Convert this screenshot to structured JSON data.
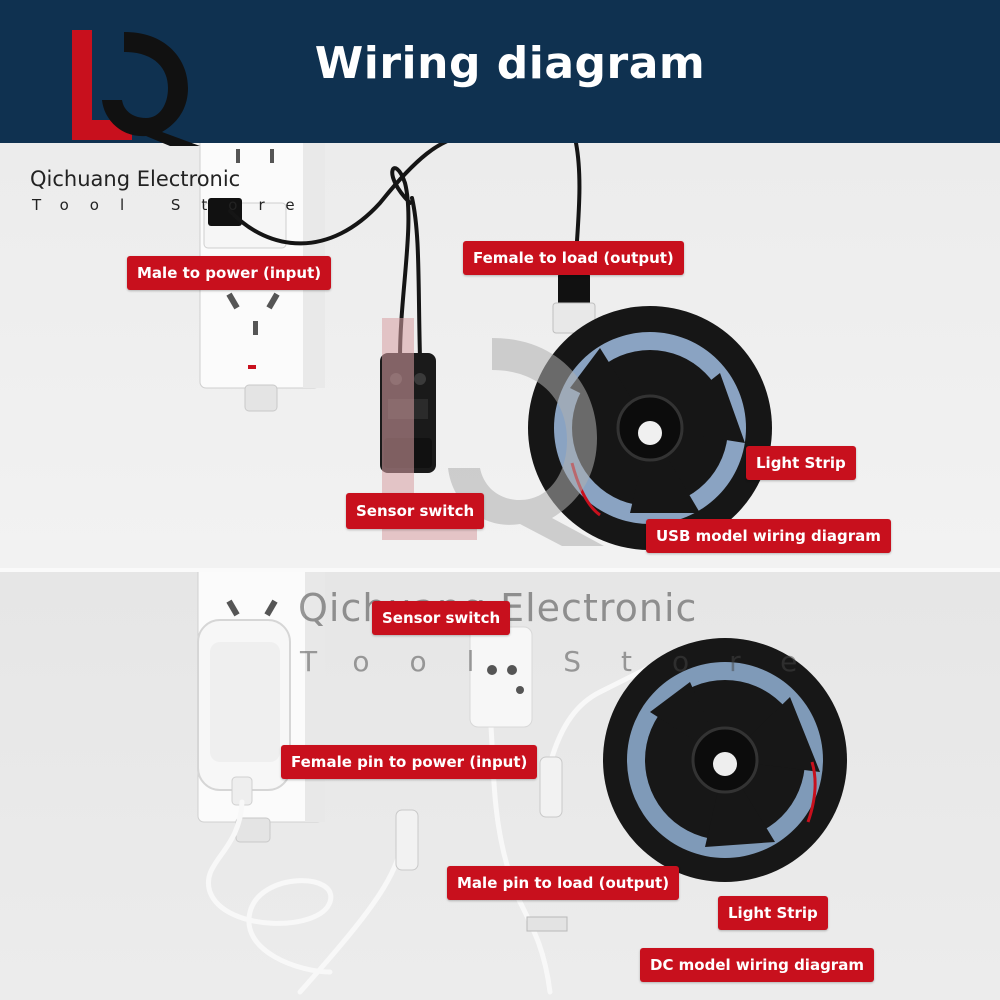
{
  "header": {
    "title": "Wiring diagram"
  },
  "brand": {
    "name": "Qichuang Electronic",
    "subtitle": "Tool Store",
    "colors": {
      "header_bg": "#0f3150",
      "label_bg": "#c8101d",
      "logo_red": "#c8101d",
      "logo_dark": "#111111"
    }
  },
  "usb_panel": {
    "labels": {
      "male_to_power": "Male to power (input)",
      "female_to_load": "Female to load (output)",
      "light_strip": "Light Strip",
      "sensor_switch": "Sensor switch",
      "model": "USB model wiring diagram"
    }
  },
  "dc_panel": {
    "labels": {
      "sensor_switch": "Sensor switch",
      "female_pin_to_power": "Female pin to power (input)",
      "male_pin_to_load": "Male pin to load (output)",
      "light_strip": "Light Strip",
      "model": "DC model wiring diagram"
    }
  },
  "watermark": {
    "name": "Qichuang Electronic",
    "subtitle": "Tool Store"
  }
}
